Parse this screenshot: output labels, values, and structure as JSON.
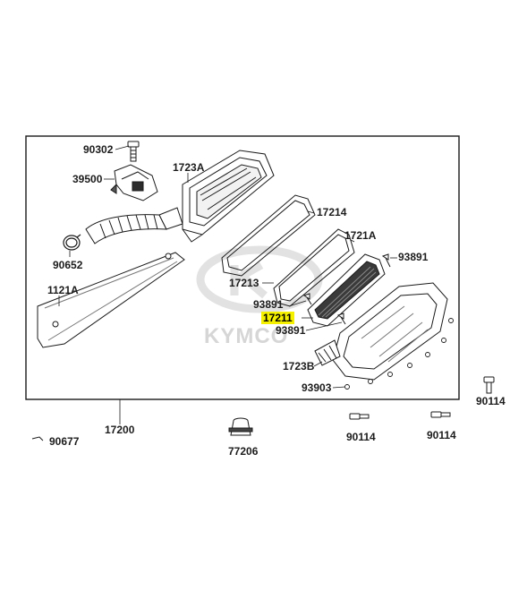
{
  "diagram": {
    "brand_watermark": "KYMCO",
    "highlighted_part": "17211",
    "part_numbers": {
      "p90302": "90302",
      "p39500": "39500",
      "p1723A": "1723A",
      "p90652": "90652",
      "p1121A": "1121A",
      "p17214": "17214",
      "p1721A": "1721A",
      "p93891a": "93891",
      "p17213": "17213",
      "p93891b": "93891",
      "p17211": "17211",
      "p93891c": "93891",
      "p1723B": "1723B",
      "p93903": "93903",
      "p90114a": "90114",
      "p17200": "17200",
      "p90677": "90677",
      "p77206": "77206",
      "p90114b": "90114",
      "p90114c": "90114"
    },
    "colors": {
      "outline": "#1a1a1a",
      "label_highlight": "#f4f000",
      "watermark": "#d6d6d6"
    }
  }
}
